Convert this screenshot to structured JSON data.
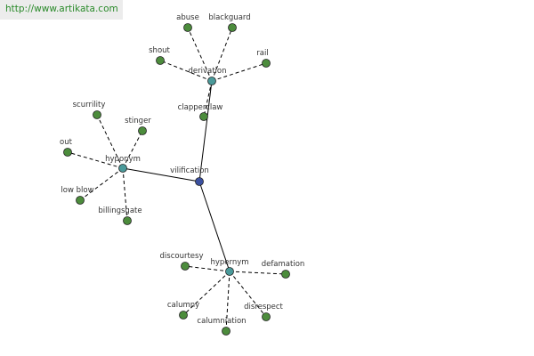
{
  "watermark": {
    "text": "http://www.artikata.com"
  },
  "colors": {
    "root": "#3b50a0",
    "relation": "#4a9a9a",
    "leaf": "#4c8c3c"
  },
  "graph": {
    "root": {
      "id": "vilification",
      "label": "vilification"
    },
    "relations": [
      {
        "id": "derivation",
        "label": "derivation"
      },
      {
        "id": "hyponym",
        "label": "hyponym"
      },
      {
        "id": "hypernym",
        "label": "hypernym"
      }
    ],
    "leaves": [
      {
        "id": "abuse",
        "label": "abuse",
        "parent": "derivation"
      },
      {
        "id": "blackguard",
        "label": "blackguard",
        "parent": "derivation"
      },
      {
        "id": "shout",
        "label": "shout",
        "parent": "derivation"
      },
      {
        "id": "rail",
        "label": "rail",
        "parent": "derivation"
      },
      {
        "id": "clapperclaw",
        "label": "clapperclaw",
        "parent": "derivation"
      },
      {
        "id": "scurrility",
        "label": "scurrility",
        "parent": "hyponym"
      },
      {
        "id": "stinger",
        "label": "stinger",
        "parent": "hyponym"
      },
      {
        "id": "out",
        "label": "out",
        "parent": "hyponym"
      },
      {
        "id": "low-blow",
        "label": "low blow",
        "parent": "hyponym"
      },
      {
        "id": "billingsgate",
        "label": "billingsgate",
        "parent": "hyponym"
      },
      {
        "id": "discourtesy",
        "label": "discourtesy",
        "parent": "hypernym"
      },
      {
        "id": "defamation",
        "label": "defamation",
        "parent": "hypernym"
      },
      {
        "id": "calumny",
        "label": "calumny",
        "parent": "hypernym"
      },
      {
        "id": "calumniation",
        "label": "calumniation",
        "parent": "hypernym"
      },
      {
        "id": "disrespect",
        "label": "disrespect",
        "parent": "hypernym"
      }
    ]
  }
}
